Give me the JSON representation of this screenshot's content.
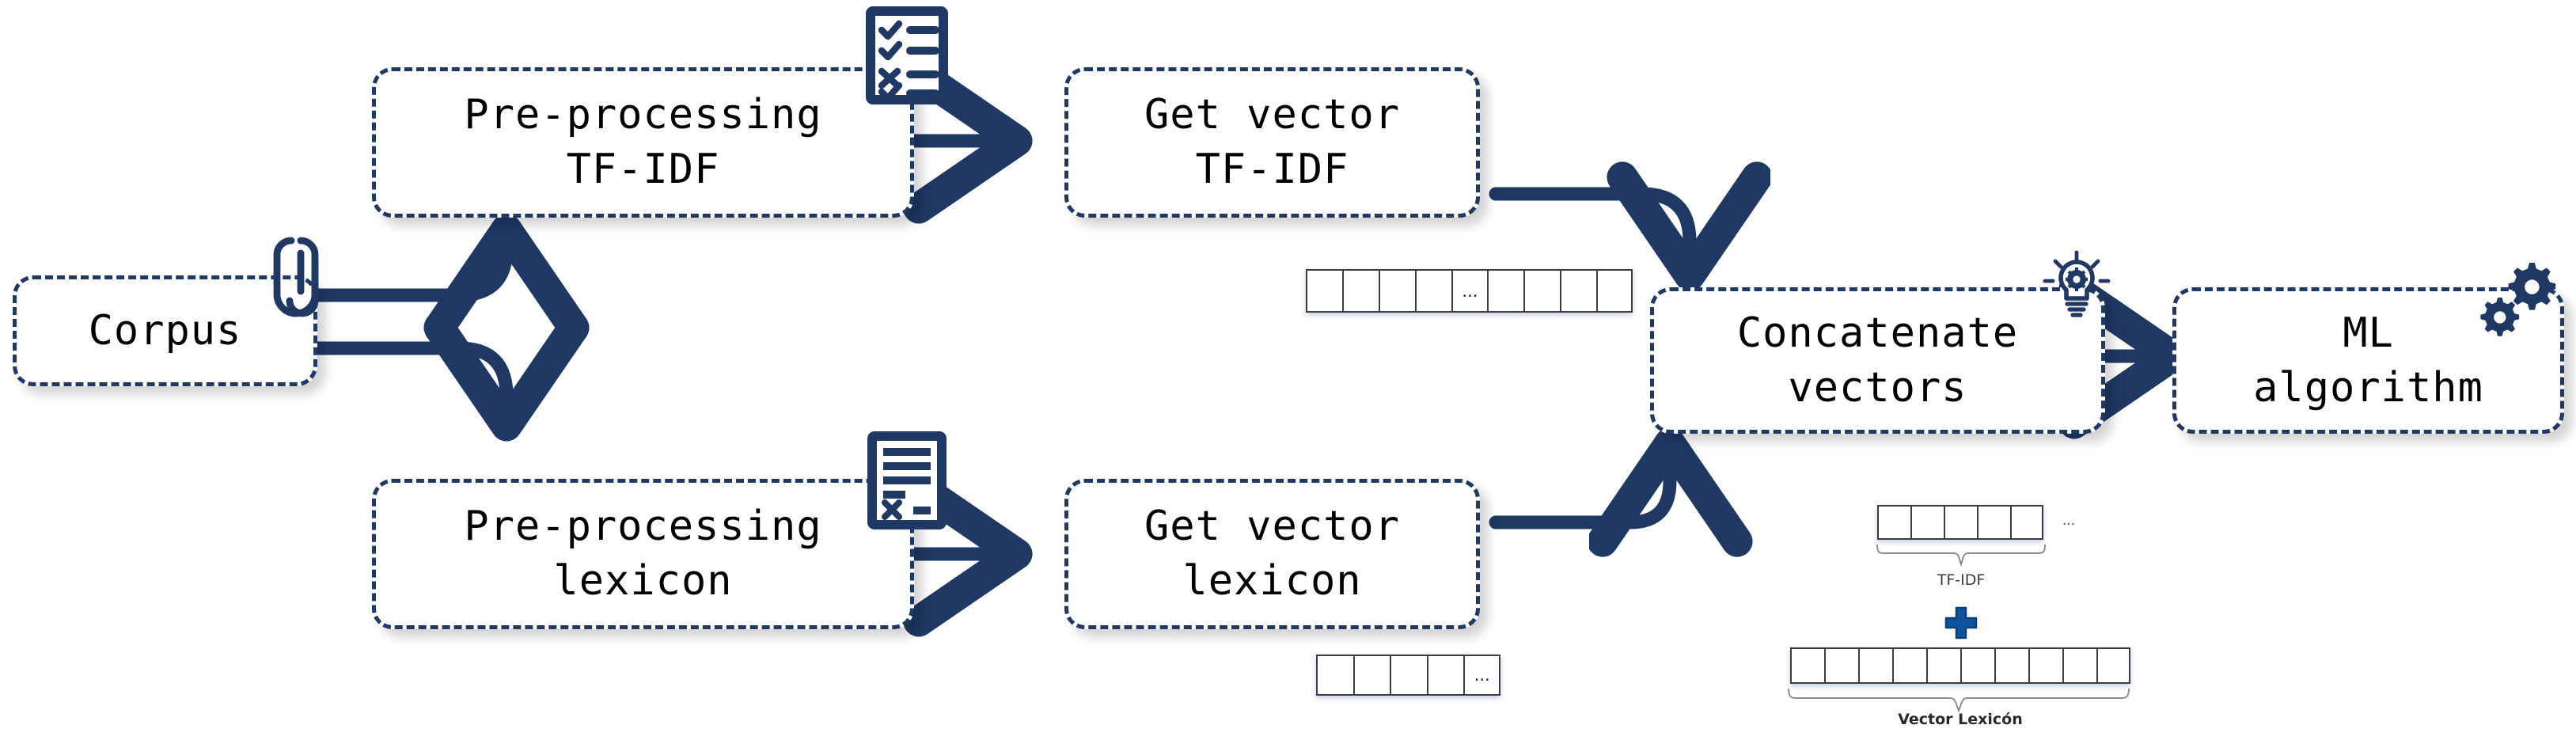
{
  "diagram": {
    "title": "TF-IDF and lexicon feature concatenation pipeline",
    "accent_color": "#1F3864",
    "box_border_color": "#1F3864",
    "text_color": "#000000",
    "cell_border_color": "#3d3d3d",
    "background": "#ffffff"
  },
  "nodes": {
    "corpus": {
      "line1": "Corpus",
      "line2": ""
    },
    "preprocessing_tfidf": {
      "line1": "Pre-processing",
      "line2": "TF-IDF"
    },
    "get_vector_tfidf": {
      "line1": "Get vector",
      "line2": "TF-IDF"
    },
    "preprocessing_lexicon": {
      "line1": "Pre-processing",
      "line2": "lexicon"
    },
    "get_vector_lexicon": {
      "line1": "Get vector",
      "line2": "lexicon"
    },
    "concatenate_vectors": {
      "line1": "Concatenate",
      "line2": "vectors"
    },
    "ml_algorithm": {
      "line1": "ML",
      "line2": "algorithm"
    }
  },
  "icons": {
    "corpus": "paperclip-icon",
    "preprocessing_tfidf": "checklist-icon",
    "preprocessing_lexicon": "document-list-icon",
    "concatenate_vectors": "lightbulb-gear-icon",
    "ml_algorithm": "gears-icon"
  },
  "vectors": {
    "tfidf_strip": {
      "name": "tfidf-vector-strip",
      "cell_count": 9,
      "cells": [
        "",
        "",
        "",
        "",
        "...",
        "",
        "",
        "",
        ""
      ]
    },
    "lexicon_strip": {
      "name": "lexicon-vector-strip",
      "cell_count": 5,
      "cells": [
        "",
        "",
        "",
        "",
        "..."
      ]
    }
  },
  "concat_illustration": {
    "tfidf_row": {
      "cell_count": 5,
      "cells": [
        "",
        "",
        "",
        "",
        ""
      ],
      "ellipsis": "...",
      "label": "TF-IDF"
    },
    "operator": "+",
    "lexicon_row": {
      "cell_count": 10,
      "cells": [
        "",
        "",
        "",
        "",
        "",
        "",
        "",
        "",
        "",
        ""
      ],
      "label": "Vector Lexicón"
    }
  },
  "flows": [
    {
      "from": "corpus",
      "to": "preprocessing_tfidf",
      "name": "flow-corpus-to-preprocessing-tfidf"
    },
    {
      "from": "corpus",
      "to": "preprocessing_lexicon",
      "name": "flow-corpus-to-preprocessing-lexicon"
    },
    {
      "from": "preprocessing_tfidf",
      "to": "get_vector_tfidf",
      "name": "flow-preprocessing-tfidf-to-get-vector-tfidf"
    },
    {
      "from": "preprocessing_lexicon",
      "to": "get_vector_lexicon",
      "name": "flow-preprocessing-lexicon-to-get-vector-lexicon"
    },
    {
      "from": "get_vector_tfidf",
      "to": "concatenate_vectors",
      "name": "flow-get-vector-tfidf-to-concatenate"
    },
    {
      "from": "get_vector_lexicon",
      "to": "concatenate_vectors",
      "name": "flow-get-vector-lexicon-to-concatenate"
    },
    {
      "from": "concatenate_vectors",
      "to": "ml_algorithm",
      "name": "flow-concatenate-to-ml-algorithm"
    }
  ]
}
